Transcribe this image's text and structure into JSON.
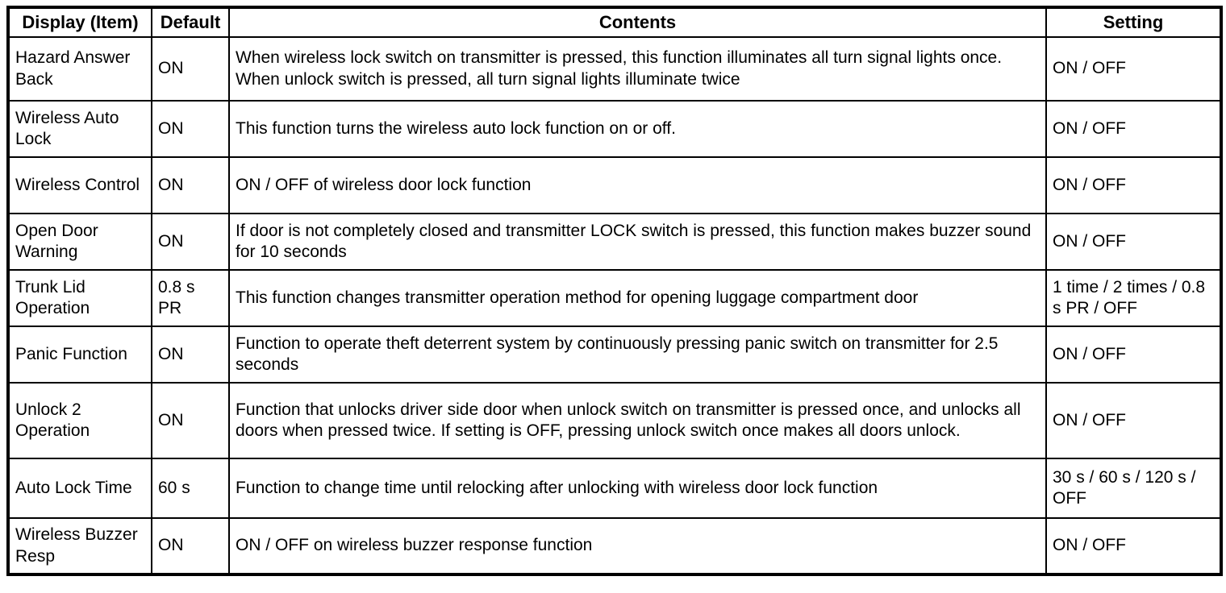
{
  "colors": {
    "background": "#ffffff",
    "border": "#000000",
    "text": "#000000"
  },
  "table": {
    "headers": [
      "Display (Item)",
      "Default",
      "Contents",
      "Setting"
    ],
    "rows": [
      {
        "item": "Hazard Answer Back",
        "default": "ON",
        "contents": "When wireless lock switch on transmitter is pressed, this function illuminates all turn signal lights once. When unlock switch is pressed, all turn signal lights illuminate twice",
        "setting": "ON / OFF"
      },
      {
        "item": "Wireless Auto Lock",
        "default": "ON",
        "contents": "This function turns the wireless auto lock function on or off.",
        "setting": "ON / OFF"
      },
      {
        "item": "Wireless Control",
        "default": "ON",
        "contents": "ON / OFF of wireless door lock function",
        "setting": "ON / OFF"
      },
      {
        "item": "Open Door Warning",
        "default": "ON",
        "contents": "If door is not completely closed and transmitter LOCK switch is pressed, this function makes buzzer sound for 10 seconds",
        "setting": "ON / OFF"
      },
      {
        "item": "Trunk Lid Operation",
        "default": "0.8 s PR",
        "contents": "This function changes transmitter operation method for opening luggage compartment door",
        "setting": "1 time / 2 times / 0.8 s PR / OFF"
      },
      {
        "item": "Panic Function",
        "default": "ON",
        "contents": "Function to operate theft deterrent system by continuously pressing panic switch on transmitter for 2.5 seconds",
        "setting": "ON / OFF"
      },
      {
        "item": "Unlock 2 Operation",
        "default": "ON",
        "contents": "Function that unlocks driver side door when unlock switch on transmitter is pressed once, and unlocks all doors when pressed twice. If setting is OFF, pressing unlock switch once makes all doors unlock.",
        "setting": "ON / OFF"
      },
      {
        "item": "Auto Lock Time",
        "default": "60 s",
        "contents": "Function to change time until relocking after unlocking with wireless door lock function",
        "setting": "30 s / 60 s / 120 s / OFF"
      },
      {
        "item": "Wireless Buzzer Resp",
        "default": "ON",
        "contents": "ON / OFF on wireless buzzer response function",
        "setting": "ON / OFF"
      }
    ]
  }
}
